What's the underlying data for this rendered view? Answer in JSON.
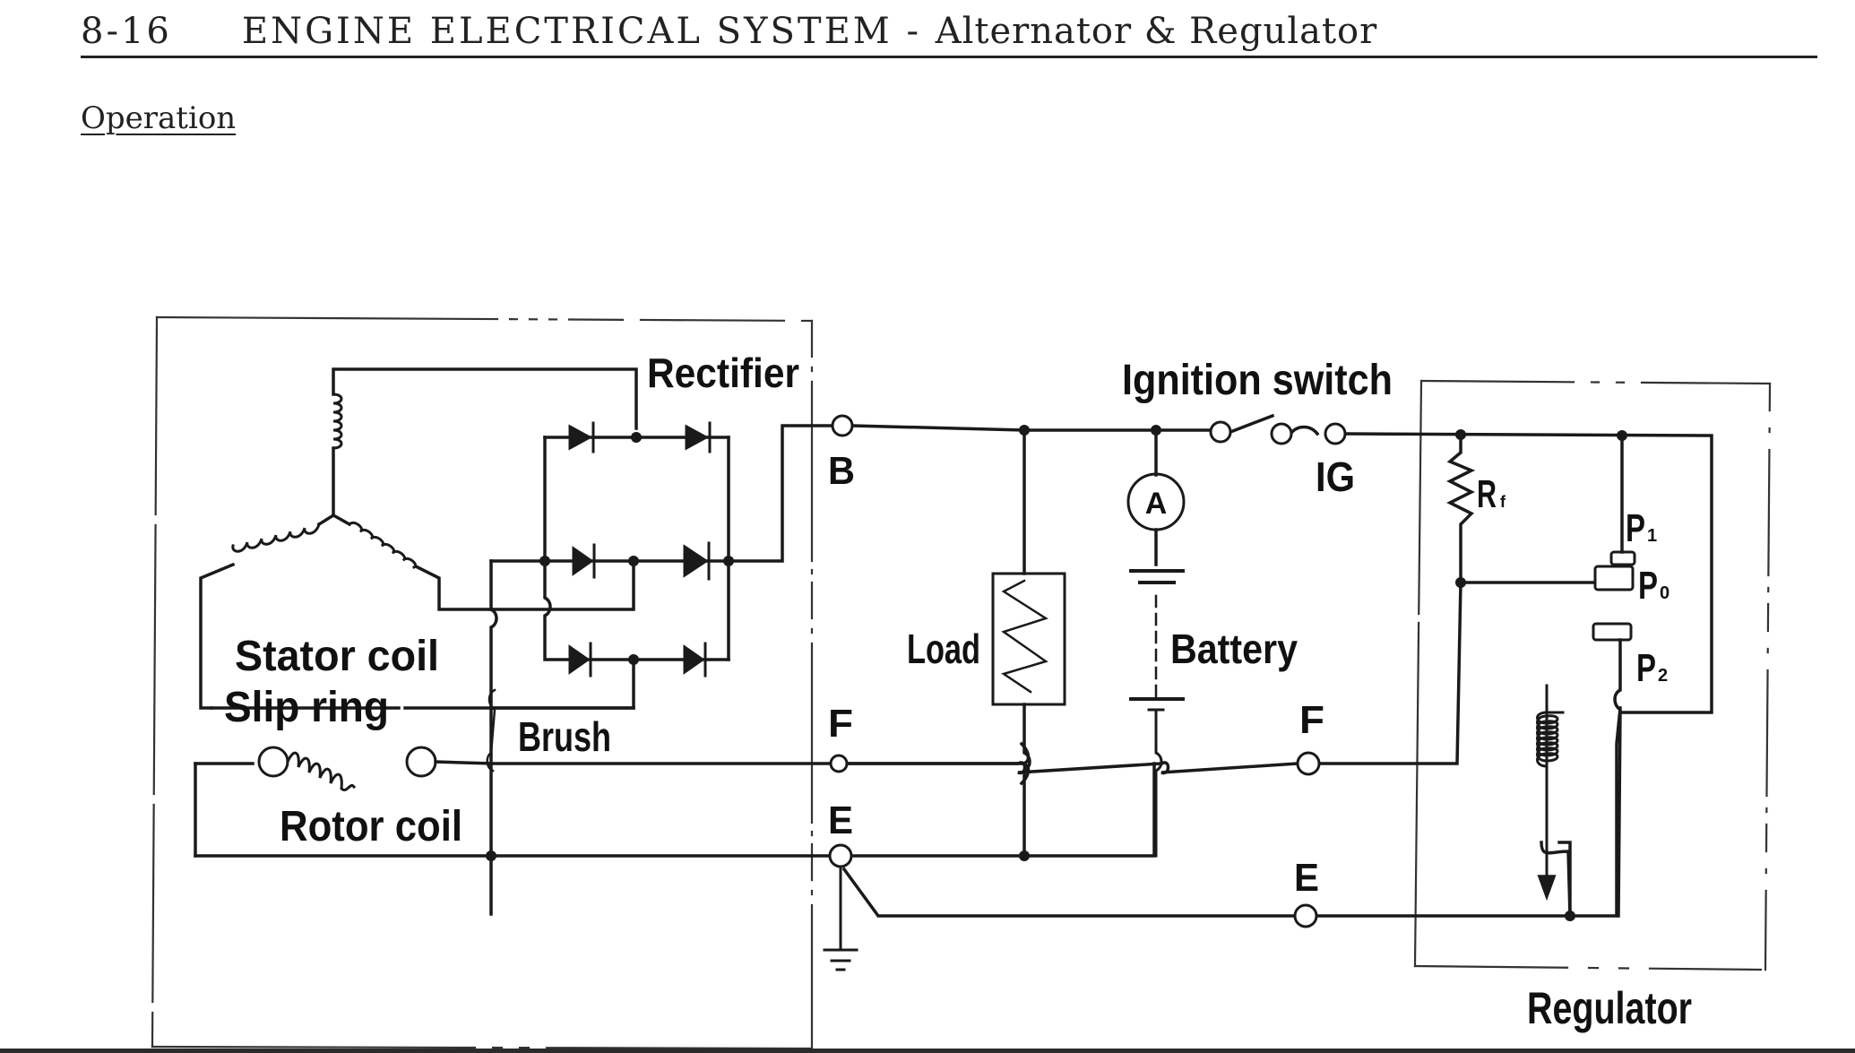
{
  "page": {
    "page_number": "8-16",
    "section_title": "ENGINE ELECTRICAL SYSTEM",
    "separator": "-",
    "subtitle": "Alternator & Regulator",
    "heading": "Operation"
  },
  "diagram": {
    "title": "Alternator and regulator charging circuit",
    "labels": {
      "rectifier": "Rectifier",
      "stator_coil": "Stator coil",
      "slip_ring": "Slip ring",
      "brush": "Brush",
      "rotor_coil": "Rotor coil",
      "terminal_b": "B",
      "terminal_f_alt": "F",
      "terminal_e_alt": "E",
      "load": "Load",
      "battery": "Battery",
      "ammeter": "A",
      "ignition_switch": "Ignition switch",
      "ig": "IG",
      "terminal_f_reg": "F",
      "terminal_e_reg": "E",
      "resistor_r": "R",
      "resistor_sub": "f",
      "contact_p1": "P",
      "contact_p1_sub": "1",
      "contact_p0": "P",
      "contact_p0_sub": "0",
      "contact_p2": "P",
      "contact_p2_sub": "2",
      "regulator": "Regulator"
    },
    "components": [
      {
        "id": "stator-coil",
        "type": "three-phase Y winding"
      },
      {
        "id": "rectifier",
        "type": "6-diode bridge"
      },
      {
        "id": "rotor-coil",
        "type": "field coil with slip rings"
      },
      {
        "id": "load",
        "type": "resistive load"
      },
      {
        "id": "ammeter",
        "type": "ammeter"
      },
      {
        "id": "battery",
        "type": "battery"
      },
      {
        "id": "ignition-switch",
        "type": "switch"
      },
      {
        "id": "regulator",
        "type": "voltage regulator with Rf resistor, contacts P0/P1/P2 and voltage coil"
      }
    ]
  }
}
